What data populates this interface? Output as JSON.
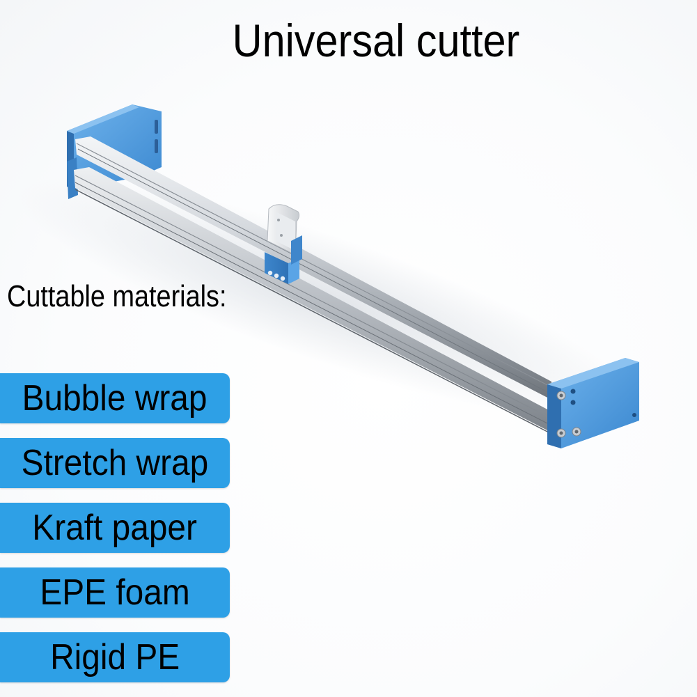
{
  "title": "Universal cutter",
  "subtitle": "Cuttable materials:",
  "materials": [
    "Bubble wrap",
    "Stretch wrap",
    "Kraft paper",
    "EPE foam",
    "Rigid PE"
  ],
  "colors": {
    "accent_blue": "#2ea0e6",
    "bracket_blue": "#4a98dc",
    "rail_silver": "#c9cdd2",
    "text": "#000000"
  }
}
